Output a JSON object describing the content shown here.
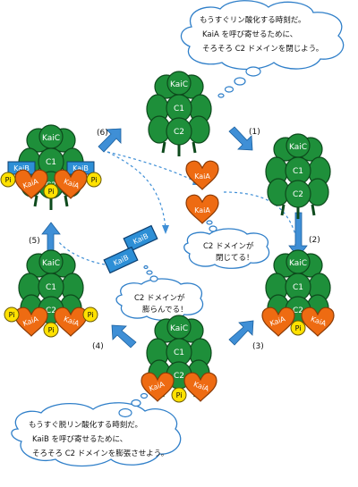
{
  "colors": {
    "kaic_fill": "#1e8f3a",
    "kaic_edge": "#0d4a1c",
    "kaia_fill": "#ee6b12",
    "kaib_fill": "#2d8fd6",
    "pi_fill": "#ffe100",
    "arrow_fill": "#3f8fd6",
    "cloud_edge": "#2f7fc9"
  },
  "bubbles": {
    "top": [
      "もうすぐリン酸化する時刻だ。",
      "KaiA を呼び寄せるために、",
      "そろそろ C2 ドメインを閉じよう。"
    ],
    "bottom": [
      "もうすぐ脱リン酸化する時刻だ。",
      "KaiB を呼び寄せるために、",
      "そろそろ C2 ドメインを膨張させよう。"
    ],
    "closed": [
      "C2 ドメインが",
      "閉じてる！"
    ],
    "swollen": [
      "C2 ドメインが",
      "膨らんでる！"
    ]
  },
  "labels": {
    "kaic": "KaiC",
    "c1": "C1",
    "c2": "C2",
    "kaia": "KaiA",
    "kaib": "KaiB",
    "pi": "Pi"
  },
  "steps": [
    "(1)",
    "(2)",
    "(3)",
    "(4)",
    "(5)",
    "(6)"
  ]
}
